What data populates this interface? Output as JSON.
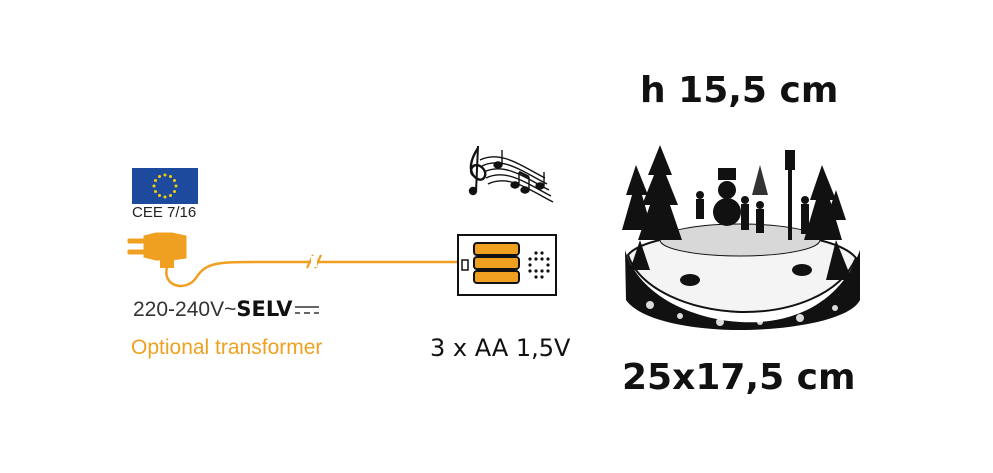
{
  "left_panel": {
    "cert_label": "CEE 7/16",
    "voltage_text": "220-240V~",
    "selv_text": "SELV",
    "optional_text": "Optional transformer"
  },
  "battery": {
    "label": "3 x AA 1,5V"
  },
  "dimensions": {
    "height": "h 15,5 cm",
    "footprint": "25x17,5 cm"
  },
  "colors": {
    "accent": "#f0a020",
    "eu_blue": "#1d4a9c",
    "eu_star": "#f5d000"
  },
  "icons": [
    "eu-flag-icon",
    "power-plug-icon",
    "music-notes-icon",
    "battery-box-icon",
    "winter-scene-image"
  ]
}
